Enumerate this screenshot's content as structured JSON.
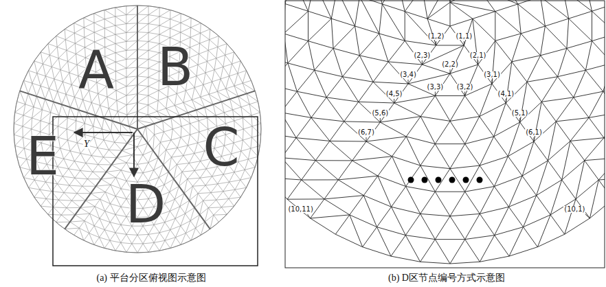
{
  "diagram": {
    "labels": [
      "A",
      "B",
      "C",
      "D",
      "E",
      "Y",
      "(1,2)",
      "(1,1)",
      "(2,3)",
      "(2,2)",
      "(2,1)",
      "(3,4)",
      "(3,3)",
      "(3,2)",
      "(3,1)",
      "(4,5)",
      "(4,1)",
      "(5,6)",
      "(5,1)",
      "(6,7)",
      "(6,1)",
      "(10,11)",
      "(10,1)",
      "(a) 平台分区俯视图示意图",
      "(b) D区节点编号方式示意图"
    ]
  }
}
